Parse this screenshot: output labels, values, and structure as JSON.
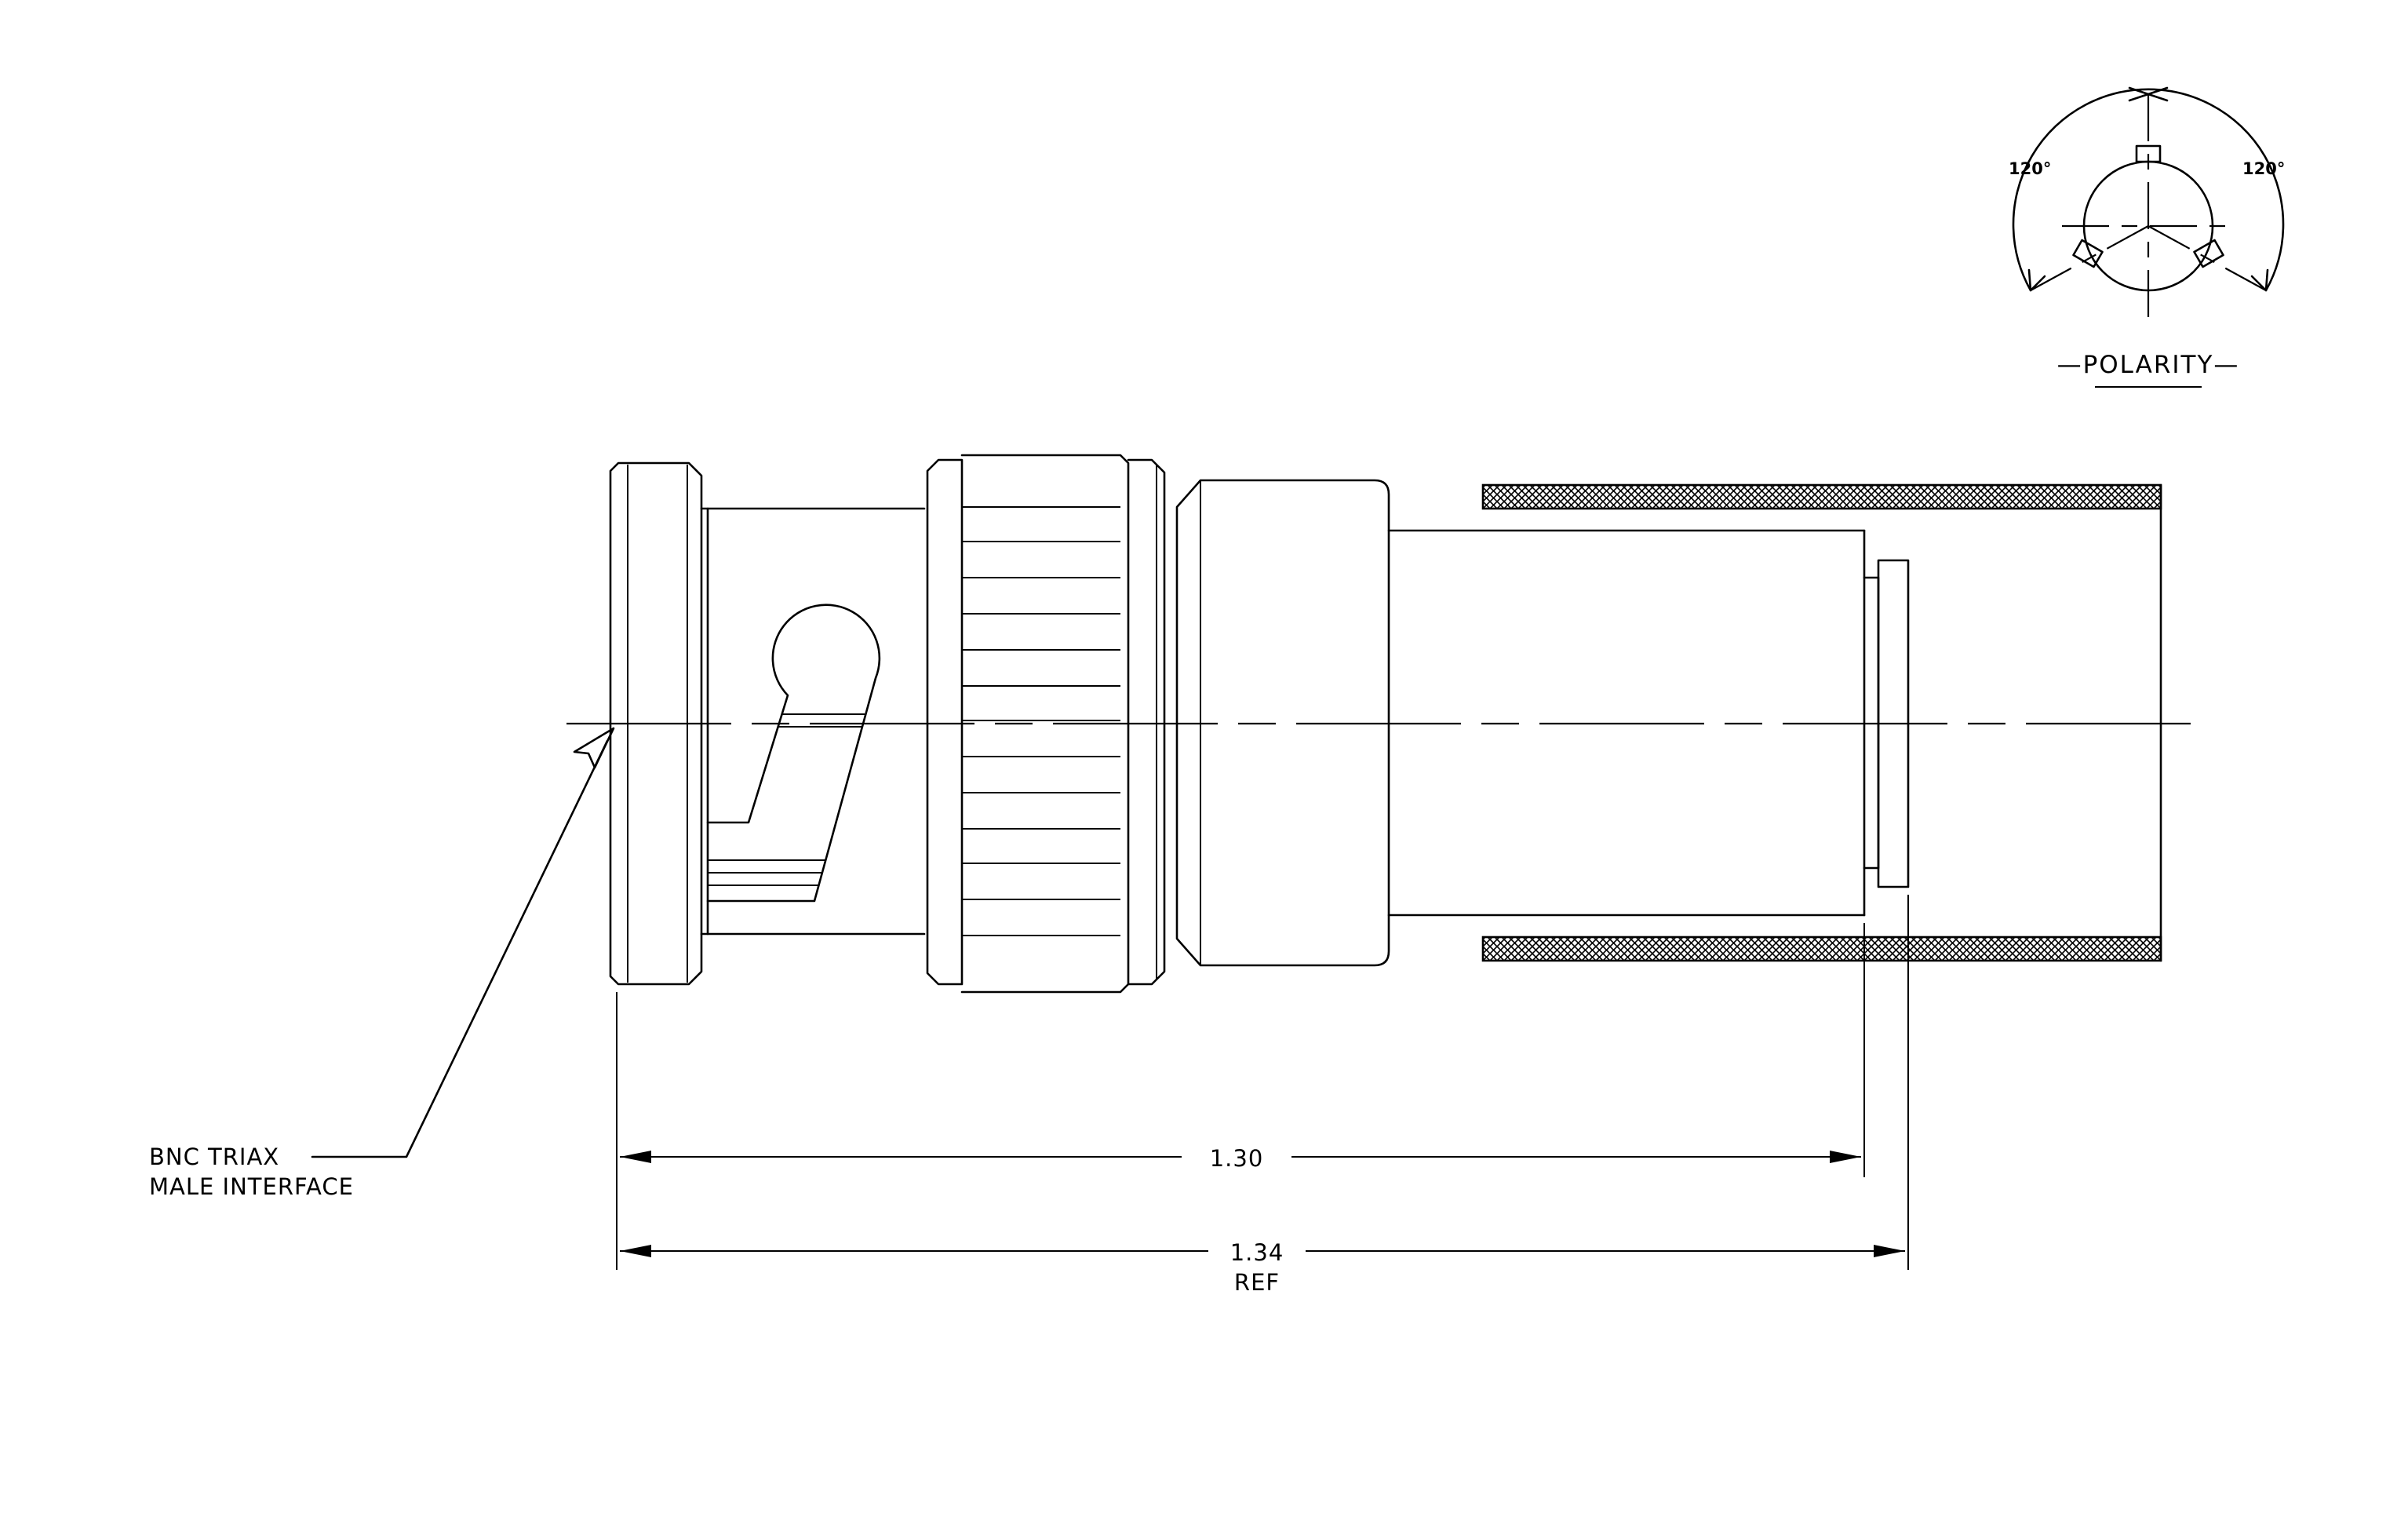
{
  "callout": {
    "line1": "BNC  TRIAX",
    "line2": "MALE  INTERFACE"
  },
  "dimensions": {
    "overall_short": "1.30",
    "overall_long": "1.34",
    "overall_long_note": "REF"
  },
  "polarity": {
    "title": "—POLARITY—",
    "angle_left": "120°",
    "angle_right": "120°"
  },
  "colors": {
    "line": "#000000",
    "background": "#ffffff"
  }
}
